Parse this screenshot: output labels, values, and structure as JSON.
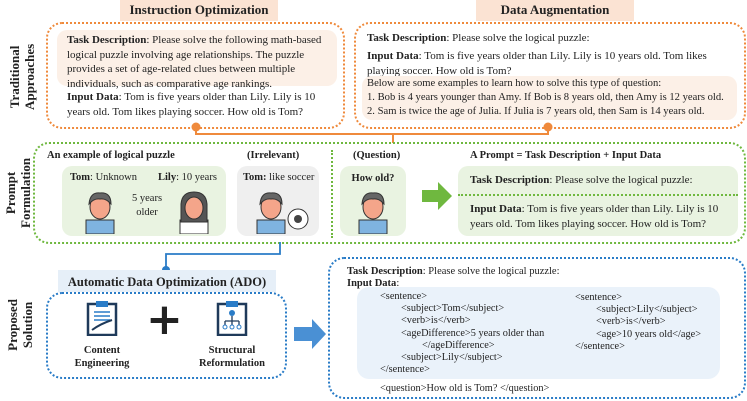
{
  "traditional": {
    "side_label_1": "Traditional",
    "side_label_2": "Approaches",
    "instruction_optimization": {
      "header": "Instruction Optimization",
      "task_label": "Task Description",
      "task_text": ": Please solve the following math-based logical puzzle involving age relationships. The puzzle provides a set of age-related clues between multiple individuals, such as comparative age rankings.",
      "input_label": "Input Data",
      "input_text": ": Tom is five years older than Lily. Lily is 10 years old. Tom likes playing soccer. How old is Tom?"
    },
    "data_augmentation": {
      "header": "Data Augmentation",
      "task_label": "Task Description",
      "task_text": ": Please solve the logical puzzle:",
      "input_label": "Input Data",
      "input_text": ": Tom is five years older than Lily. Lily is 10 years old. Tom likes playing soccer. How old is Tom?",
      "examples_intro": "Below are some examples to learn how to solve this type of question:",
      "example_1": "1. Bob is 4 years younger than Amy. If Bob is 8 years old, then Amy is 12 years old.",
      "example_2": "2. Sam is twice the age of Julia. If Julia is 7 years old, then Sam is 14 years old."
    }
  },
  "prompt_formulation": {
    "side_label_1": "Prompt",
    "side_label_2": "Formulation",
    "example_title": "An example of logical puzzle",
    "tom_label": "Tom",
    "tom_value": ": Unknown",
    "lily_label": "Lily",
    "lily_value": ": 10 years",
    "difference_1": "5 years",
    "difference_2": "older",
    "irrelevant_title": "(Irrelevant)",
    "irrelevant_label": "Tom:",
    "irrelevant_value": " like soccer",
    "question_title": "(Question)",
    "question_text": "How old?",
    "prompt_title": "A Prompt = Task Description + Input Data",
    "task_label": "Task Description",
    "task_text": ": Please solve the logical puzzle:",
    "input_label": "Input Data",
    "input_text": ": Tom is five years older than Lily. Lily is 10 years old. Tom likes playing soccer. How old is Tom?"
  },
  "proposed": {
    "side_label_1": "Proposed",
    "side_label_2": "Solution",
    "ado_title": "Automatic Data Optimization (ADO)",
    "content_1": "Content",
    "content_2": "Engineering",
    "structural_1": "Structural",
    "structural_2": "Reformulation",
    "task_label": "Task Description",
    "task_text": ": Please solve the logical puzzle:",
    "input_label": "Input Data",
    "input_colon": ":",
    "code_left": [
      "<sentence>",
      "<subject>Tom</subject>",
      "<verb>is</verb>",
      "<ageDifference>5 years older than",
      "</ageDifference>",
      "<subject>Lily</subject>",
      "</sentence>"
    ],
    "code_right": [
      "<sentence>",
      "<subject>Lily</subject>",
      "<verb>is</verb>",
      "<age>10 years old</age>",
      "</sentence>"
    ],
    "question": "<question>How old is Tom? </question>"
  },
  "colors": {
    "orange": "#ef8a3c",
    "green": "#6fb83f",
    "blue": "#2a7cc7",
    "peach": "#fbe3d3"
  }
}
